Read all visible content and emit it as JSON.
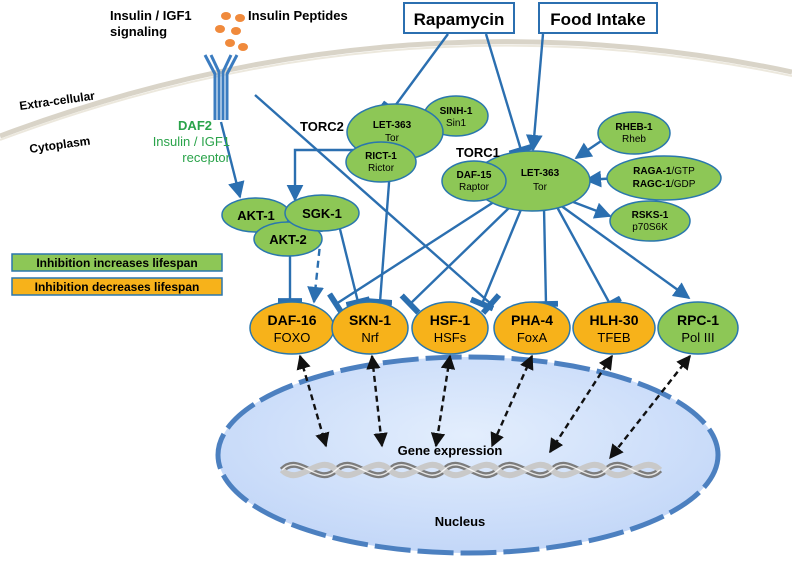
{
  "labels": {
    "insulin_signaling_line1": "Insulin / IGF1",
    "insulin_signaling_line2": "signaling",
    "insulin_peptides": "Insulin Peptides",
    "extracellular": "Extra-cellular",
    "cytoplasm": "Cytoplasm",
    "daf2": "DAF2",
    "receptor_line1": "Insulin / IGF1",
    "receptor_line2": "receptor",
    "torc2": "TORC2",
    "torc1": "TORC1",
    "gene_expression": "Gene expression",
    "nucleus": "Nucleus"
  },
  "boxes": {
    "rapamycin": "Rapamycin",
    "food_intake": "Food Intake"
  },
  "legend": {
    "increase": "Inhibition increases lifespan",
    "decrease": "Inhibition decreases lifespan"
  },
  "nodes": {
    "let363_torc2": {
      "name": "LET-363",
      "sub": "Tor"
    },
    "sinh1": {
      "name": "SINH-1",
      "sub": "Sin1"
    },
    "rict1": {
      "name": "RICT-1",
      "sub": "Rictor"
    },
    "let363_torc1": {
      "name": "LET-363",
      "sub": "Tor"
    },
    "daf15": {
      "name": "DAF-15",
      "sub": "Raptor"
    },
    "rheb1": {
      "name": "RHEB-1",
      "sub": "Rheb"
    },
    "raga1": {
      "name": "RAGA-1",
      "sub": "/GTP"
    },
    "ragc1": {
      "name": "RAGC-1",
      "sub": "/GDP"
    },
    "rsks1": {
      "name": "RSKS-1",
      "sub": "p70S6K"
    },
    "akt1": {
      "name": "AKT-1"
    },
    "sgk1": {
      "name": "SGK-1"
    },
    "akt2": {
      "name": "AKT-2"
    },
    "daf16": {
      "name": "DAF-16",
      "sub": "FOXO"
    },
    "skn1": {
      "name": "SKN-1",
      "sub": "Nrf"
    },
    "hsf1": {
      "name": "HSF-1",
      "sub": "HSFs"
    },
    "pha4": {
      "name": "PHA-4",
      "sub": "FoxA"
    },
    "hlh30": {
      "name": "HLH-30",
      "sub": "TFEB"
    },
    "rpc1": {
      "name": "RPC-1",
      "sub": "Pol III"
    }
  },
  "colors": {
    "green_node": "#8dc756",
    "orange_node": "#f7b21a",
    "arrow_blue": "#2b6fb0",
    "node_border": "#2a77ad",
    "daf2_green": "#2aa34a",
    "nucleus_fill": "#cfe0fb",
    "nucleus_border": "#4c80c0",
    "peptide_orange": "#f08a3c"
  }
}
